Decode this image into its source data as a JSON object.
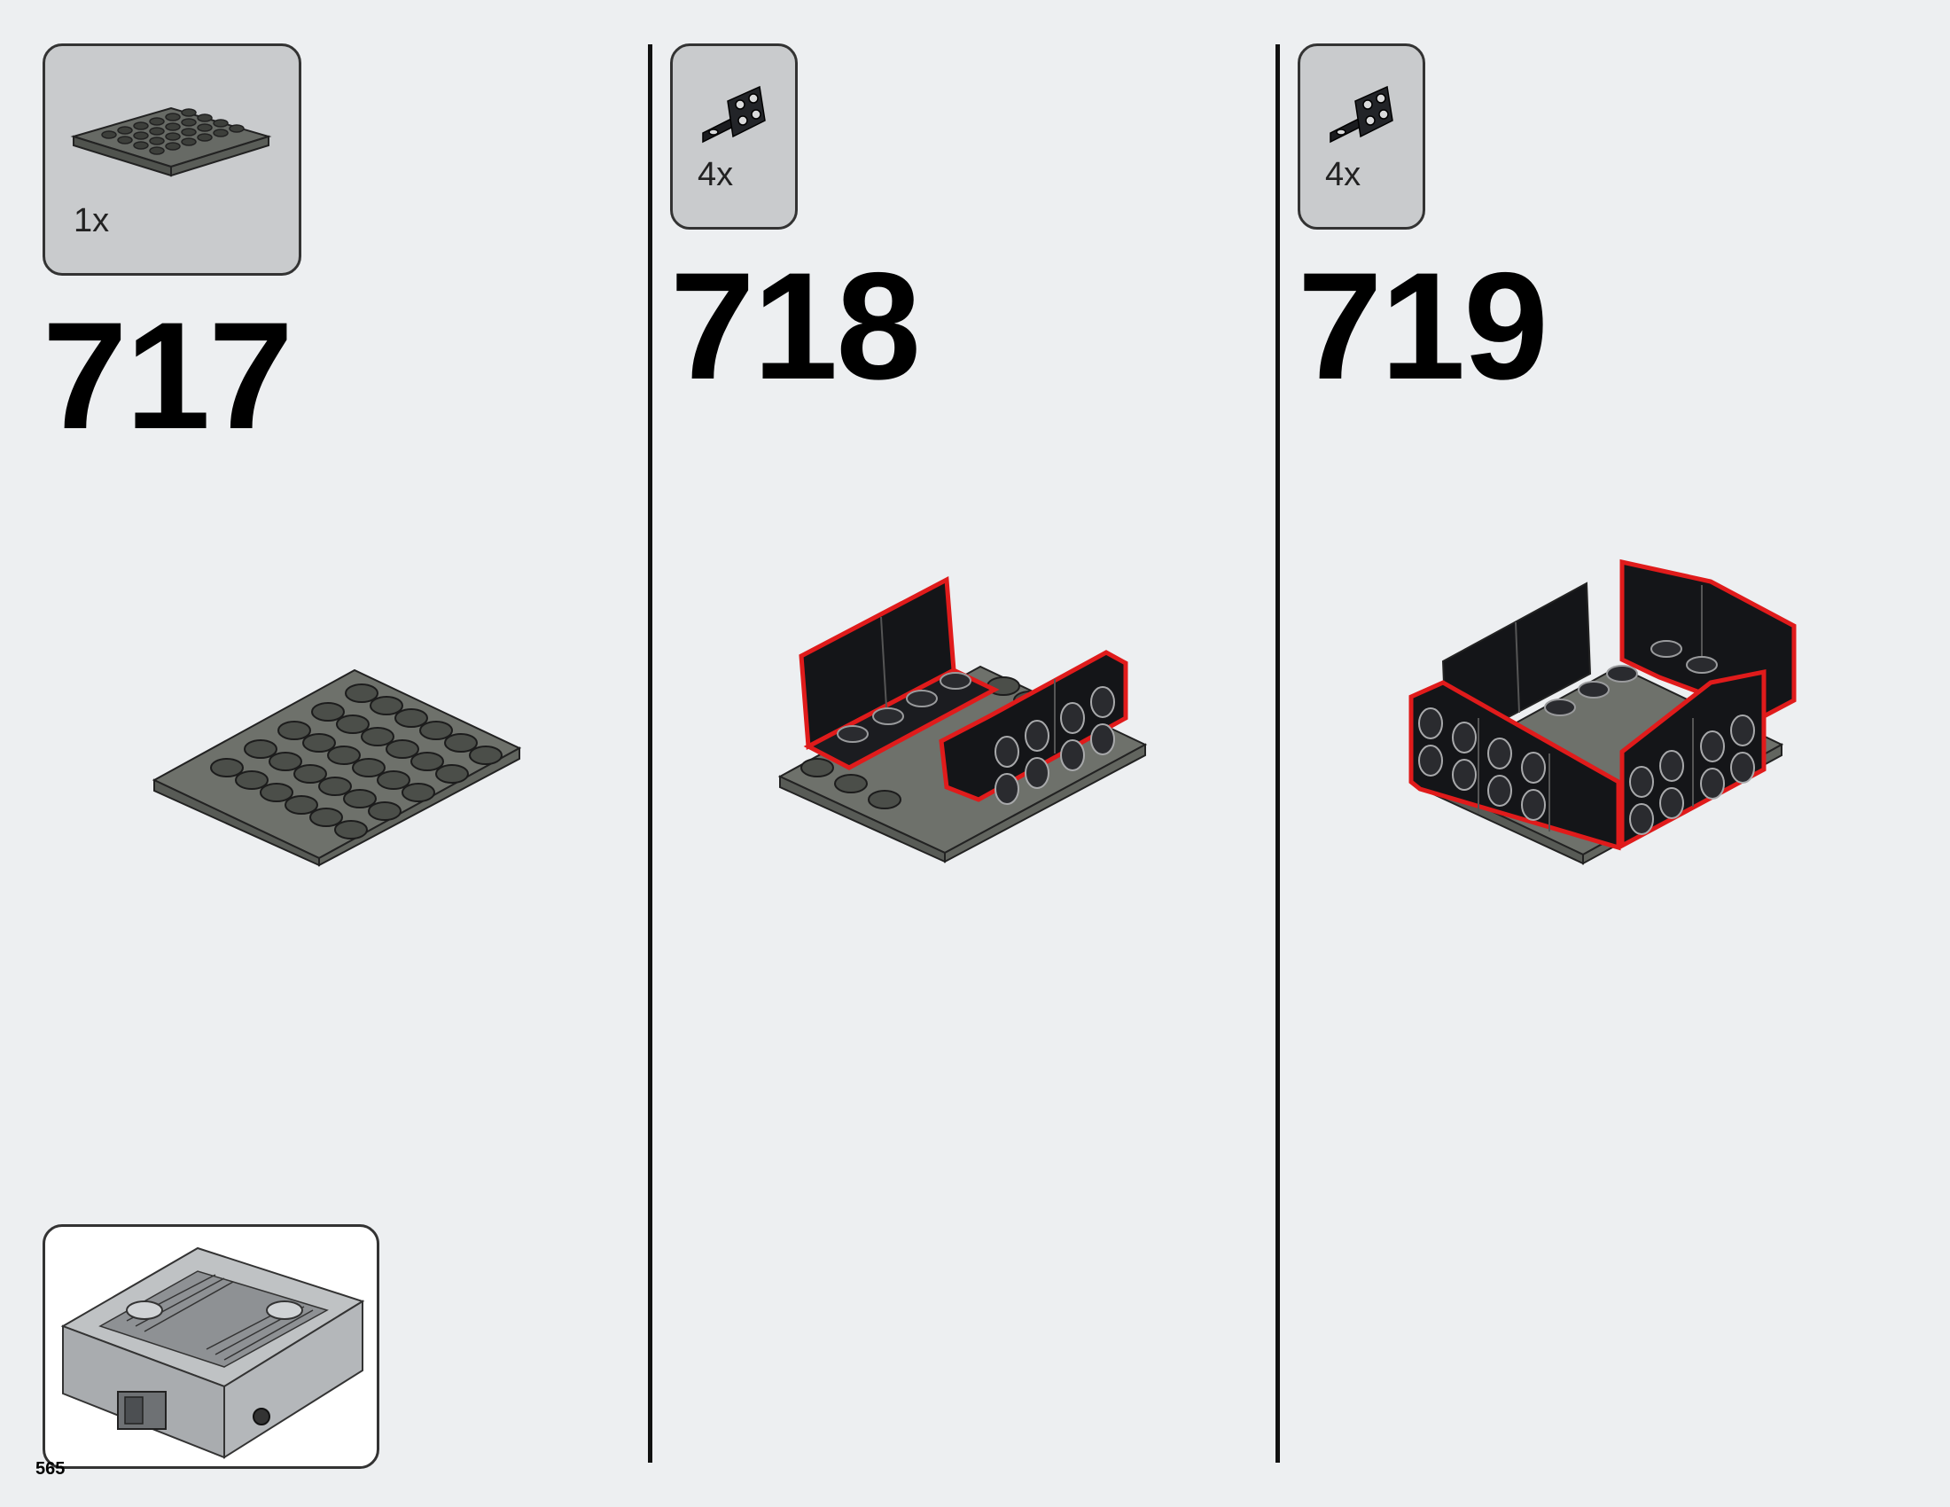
{
  "steps": [
    {
      "number": "717",
      "parts": [
        {
          "quantity": "1x",
          "icon": "plate-4x6-dark-grey-icon"
        }
      ]
    },
    {
      "number": "718",
      "parts": [
        {
          "quantity": "4x",
          "icon": "bracket-1x2-2x2-black-icon"
        }
      ]
    },
    {
      "number": "719",
      "parts": [
        {
          "quantity": "4x",
          "icon": "bracket-1x2-2x2-black-icon"
        }
      ]
    }
  ],
  "page_number": "565",
  "colors": {
    "background": "#edeff1",
    "parts_box": "#c9cbcd",
    "dark_grey_plate": "#5d605b",
    "black_part": "#141518",
    "highlight": "#e01b1b"
  }
}
